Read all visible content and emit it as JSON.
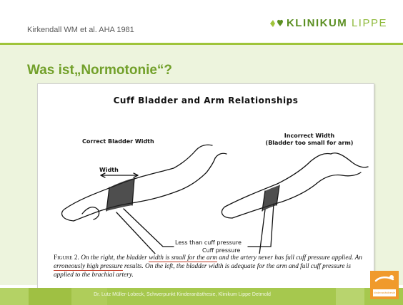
{
  "header": {
    "citation": "Kirkendall WM et al. AHA 1981",
    "logo_primary": "KLINIKUM",
    "logo_secondary": "LIPPE"
  },
  "slide": {
    "title": "Was ist„Normotonie“?"
  },
  "figure": {
    "title": "Cuff Bladder and Arm Relationships",
    "left_label": "Correct Bladder Width",
    "right_label_line1": "Incorrect Width",
    "right_label_line2": "(Bladder too small for arm)",
    "width_label": "Width",
    "less_label": "Less than cuff pressure",
    "cuff_label": "Cuff pressure",
    "caption": {
      "fig_num": "Figure 2.",
      "part1": "On the right, the bladder",
      "underline1": "width is small for the arm",
      "part2": "and the artery never has full cuff pressure applied. An",
      "underline2": "erroneously high pressure",
      "part3": "results. On the left, the bladder width is adequate for the arm and full cuff pressure is applied to the brachial artery."
    }
  },
  "footer": {
    "text": "Dr. Lutz Müller-Lobeck, Schwerpunkt Kinderanästhesie, Klinikum Lippe Detmold",
    "badge_text": "kinderanästhesie"
  },
  "colors": {
    "accent": "#72a02a",
    "footer": "#a6c84e",
    "badge": "#f09a2c",
    "underline": "#c23a26"
  }
}
